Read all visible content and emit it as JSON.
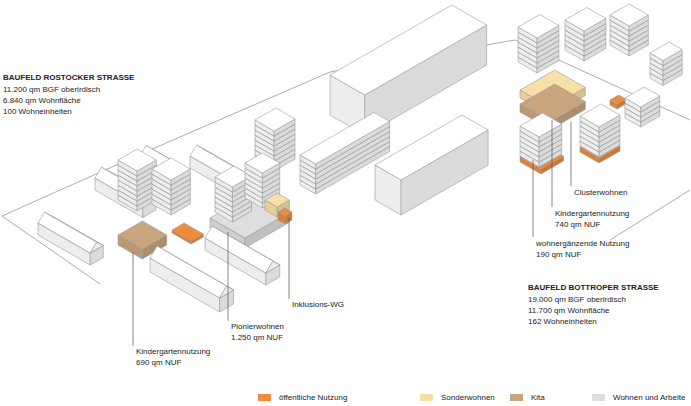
{
  "diagram": {
    "labels": [
      "BAUFELD ROSTOCKER STRASSE",
      "11.200 qm BGF oberirdisch 6.840 qm Wohnfläche 100 Wohneinheiten",
      "Clusterwohnen",
      "Kindergartennutzung 740 qm NUF",
      "wohnergänzende Nutzung 190 qm NUF",
      "BAUFELD BOTTROPER STRASSE",
      "19.000 qm BGF oberirdisch 11.700 qm Wohnfläche 162 Wohneinheiten",
      "Inklusions-WG",
      "Pionierwohnen 1.250 qm NUF",
      "Kindergartennutzung 690 qm NUF"
    ],
    "legend": [
      {
        "text": "öffentliche Nutzung",
        "color": "#f08a3c"
      },
      {
        "text": "Sonderwohnen",
        "color": "#f6e0a8"
      },
      {
        "text": "Kita",
        "color": "#c9a57e"
      },
      {
        "text": "Wohnen und Arbeite",
        "color": "#dedede"
      }
    ]
  }
}
